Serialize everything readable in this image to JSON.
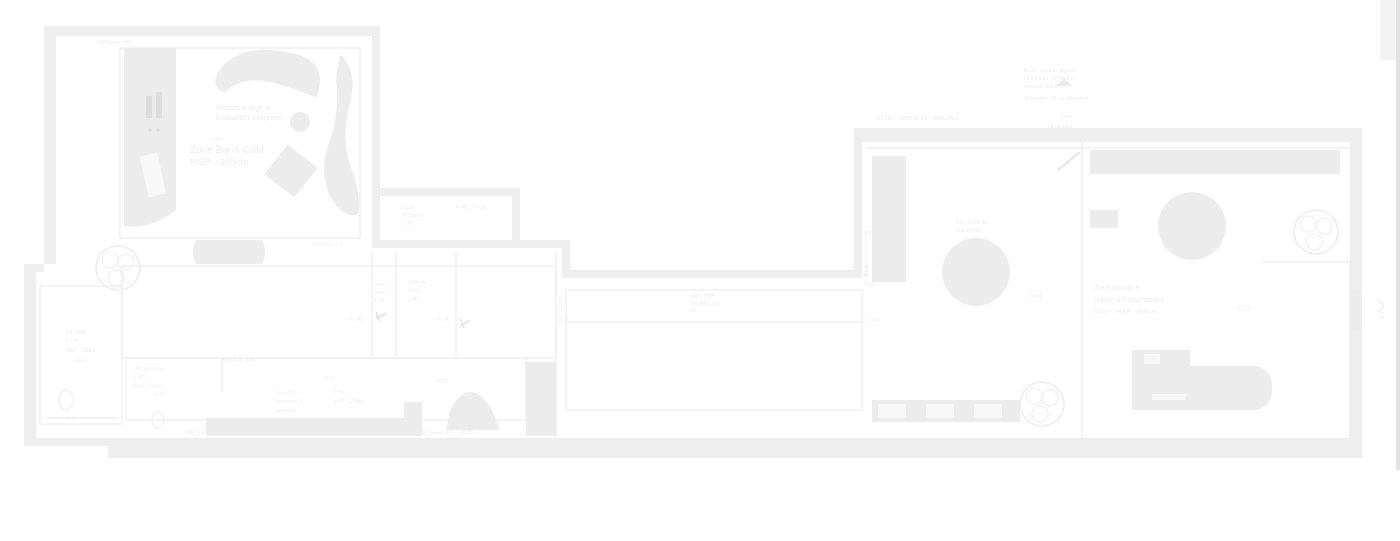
{
  "colors": {
    "wall": "#eeeeee",
    "line": "#ececec",
    "background": "#ffffff"
  },
  "labels": {
    "hsp_top_left": "HSPbasse : 2m",
    "seating": [
      "Assises lounge et",
      "banquettes intégrées"
    ],
    "bar_zone": [
      "Zone Bar & Café",
      "HSP : 366cm"
    ],
    "bar_zone_small": "~4m²",
    "locaux": [
      "Local",
      "Technique",
      "6.7m²"
    ],
    "hsp_local": "HSP : 220cm",
    "hsp_faux": "HSPfaux : 2.2",
    "wc_pmr": [
      "WC PMR",
      "4.7m²",
      "HSP : 220cm"
    ],
    "wc_small": "+0.41",
    "wc_personnel": [
      "WC personnel",
      "1.8m²",
      "HSP : 240cm"
    ],
    "palier": [
      "palier de",
      "repos",
      "1.5m"
    ],
    "porte": [
      "porte",
      "0.9m",
      "12%"
    ],
    "espace_personnel": [
      "Espace",
      "personnel &",
      "stockage"
    ],
    "espace_area": [
      "10m²",
      "HSP : 220cm"
    ],
    "rampe": [
      "pente PMR",
      "dim 8m/1.5m",
      "5%"
    ],
    "allee": "ALLEE COMMUNE DE L'IMMEUBLE",
    "acces": [
      "Accès commun depuis",
      "couloirs de l'immeuble",
      "Réservé pour les",
      "Accessible 24h au personnel"
    ],
    "porte_secours": [
      "Porte",
      "de secours"
    ],
    "bar_central": [
      "Bar central de",
      "présentation"
    ],
    "boutique": [
      "Zone Boutique",
      "(Vente & Présentation)",
      "67m² · HSP : 366cm"
    ],
    "levels": [
      "+0.41",
      "+0.41",
      "+0.31",
      "+0.31",
      "+0.31",
      "+0.00",
      "±0.00",
      "+0.15",
      "+0.41",
      "+0.41",
      "+0.20"
    ],
    "hsp_bottom_a": "HSPbasse : 2.2",
    "hsp_bottom_b": "HSPbasse : 2.2",
    "side_text": "HSP : 220cm",
    "hsp_bas_label": "HSP bas: 2.2m",
    "porte_label": "Porte",
    "ref_label": "Réf"
  }
}
